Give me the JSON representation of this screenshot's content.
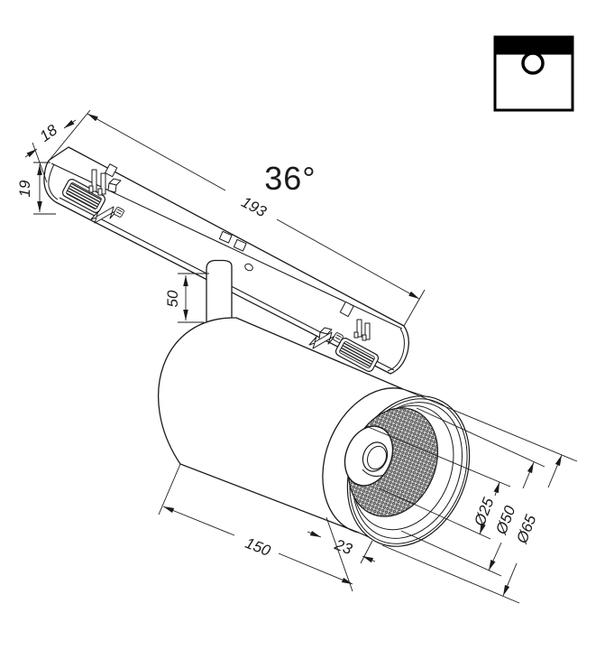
{
  "drawing": {
    "title_semantic": "magnetic-track-spotlight-dimension-drawing",
    "beam_angle": "36°",
    "dims": {
      "rail_depth": "18",
      "rail_height": "19",
      "rail_length": "193",
      "stem_height": "50",
      "body_length": "150",
      "head_ring_length": "23",
      "lens_diameter": "Ø25",
      "reflector_diameter": "Ø50",
      "head_diameter": "Ø65"
    },
    "colors": {
      "ink": "#1a1a1a",
      "paper": "#ffffff",
      "mesh_fill": "#d6d6d6"
    },
    "icons": {
      "corner_symbol": "ceiling-recessed-mount-icon"
    }
  }
}
